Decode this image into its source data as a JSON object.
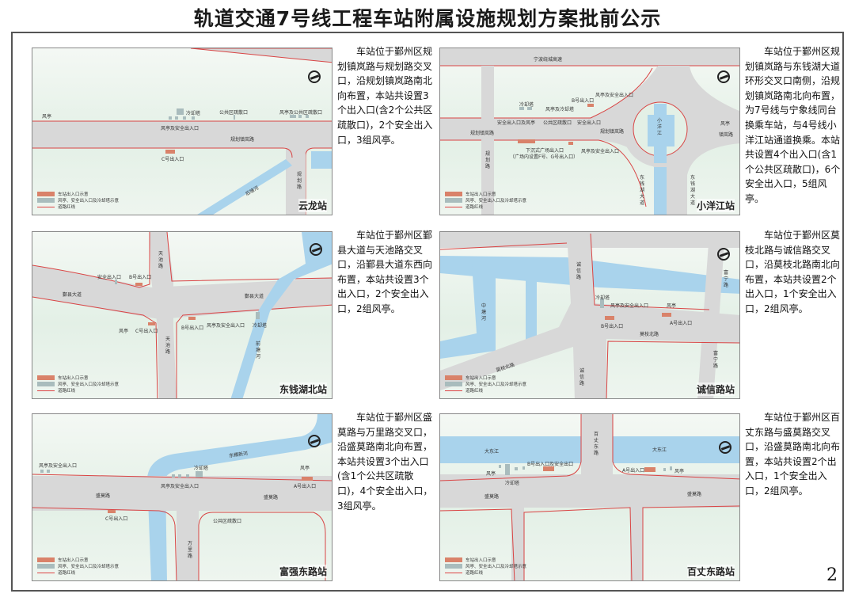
{
  "title": "轨道交通7号线工程车站附属设施规划方案批前公示",
  "page_number": "2",
  "legend": {
    "entrance": "车站出入口示意",
    "kiosk": "风亭、安全出入口及冷却塔示意",
    "redline": "道路红线"
  },
  "colors": {
    "entrance": "#d9826a",
    "kiosk": "#a9bcbd",
    "road": "#d8d8d8",
    "redline": "#d94444",
    "water": "#a9d3ec",
    "land": "#e3f0e6"
  },
  "stations": [
    {
      "name": "云龙站",
      "description": "车站位于鄞州区规划镇岚路与规划路交叉口，沿规划镇岚路南北向布置，本站共设置3个出入口(含2个公共区疏散口)，2个安全出入口，3组风亭。",
      "labels": {
        "fengting": "风亭",
        "cooling": "冷却塔",
        "public_exit": "公共区疏散口",
        "kiosk_public": "风亭及公共区疏散口",
        "kiosk_safety": "风亭及安全出入口",
        "road_main": "规划镇岚路",
        "exit_c": "C号出入口",
        "road_side": "规划路",
        "river": "后塘河"
      }
    },
    {
      "name": "小洋江站",
      "description": "车站位于鄞州区规划镇岚路与东钱湖大道环形交叉口南侧，沿规划镇岚路南北向布置，为7号线与宁象线同台换乘车站，与4号线小洋江站通道换乘。本站共设置4个出入口(含1个公共区疏散口)，6个安全出入口，5组风亭。",
      "labels": {
        "road_top": "宁波绕城高速",
        "cooling": "冷却塔",
        "exit_b": "B号出入口",
        "kiosk_safety1": "风亭及安全出入口",
        "kiosk_cooling": "风亭及冷却塔",
        "safety_kiosk": "安全出入口及风亭",
        "public_exit": "公共区疏散口",
        "safety_exit": "安全出入口",
        "road_left": "规划镇岚路",
        "road_center": "规划镇岚路",
        "plaza": "下沉式广场出入口",
        "plaza_note": "（广场内设置F号、G号出入口）",
        "kiosk_safety2": "风亭及安全出入口",
        "road_vert": "规划路",
        "lake": "小洋江",
        "fengting": "风亭",
        "road_right": "镇岚路",
        "road_dq1": "东钱湖大道",
        "road_dq2": "东钱湖大道"
      }
    },
    {
      "name": "东钱湖北站",
      "description": "车站位于鄞州区鄞县大道与天池路交叉口，沿鄞县大道东西向布置，本站共设置3个出入口，2个安全出入口，2组风亭。",
      "labels": {
        "road_tianchi_n": "天池路",
        "safety_exit": "安全出入口",
        "exit_b": "B号出入口",
        "road_yx_w": "鄞县大道",
        "road_yx_e": "鄞县大道",
        "fengting": "风亭",
        "exit_c": "C号出入口",
        "exit_a": "B号出入口",
        "kiosk_safety": "风亭及安全出入口",
        "cooling": "冷却塔",
        "road_tianchi_s": "天池路",
        "river": "前塘河"
      }
    },
    {
      "name": "诚信路站",
      "description": "车站位于鄞州区莫枝北路与诚信路交叉口，沿莫枝北路南北向布置，本站共设置2个出入口，1个安全出入口，2组风亭。",
      "labels": {
        "road_cx_n": "诚信路",
        "river": "中塘河",
        "cooling": "冷却塔",
        "kiosk_safety": "风亭及安全出入口",
        "fengting": "风亭",
        "exit_b": "B号出入口",
        "exit_a": "A号出入口",
        "road_mz": "莫枝北路",
        "road_mz_w": "莫枝北路",
        "road_cx_s": "诚信路",
        "road_fn_n": "富宁路",
        "road_fn_s": "富宁路"
      }
    },
    {
      "name": "富强东路站",
      "description": "车站位于鄞州区盛莫路与万里路交叉口，沿盛莫路南北向布置，本站共设置3个出入口(含1个公共区疏散口)，4个安全出入口，3组风亭。",
      "labels": {
        "kiosk_safety_w": "风亭及安全出入口",
        "river": "东横新河",
        "cooling": "冷却塔",
        "fengting": "风亭",
        "kiosk_safety": "风亭及安全出入口",
        "exit_a": "A号出入口",
        "road_sm_w": "盛莫路",
        "road_sm_e": "盛莫路",
        "exit_c": "C号出入口",
        "public_exit": "公共区疏散口",
        "road_wl": "万里路"
      }
    },
    {
      "name": "百丈东路站",
      "description": "车站位于鄞州区百丈东路与盛莫路交叉口，沿盛莫路南北向布置，本站共设置2个出入口，1个安全出入口，2组风亭。",
      "labels": {
        "road_bz": "百丈东路",
        "river_w": "大东江",
        "river_e": "大东江",
        "exit_b": "B号出入口及安全出口",
        "fengting_w": "风亭",
        "cooling": "冷却塔",
        "exit_a": "A号出入口",
        "fengting_e": "风亭",
        "road_sm_w": "盛莫路",
        "road_sm_e": "盛莫路"
      }
    }
  ]
}
